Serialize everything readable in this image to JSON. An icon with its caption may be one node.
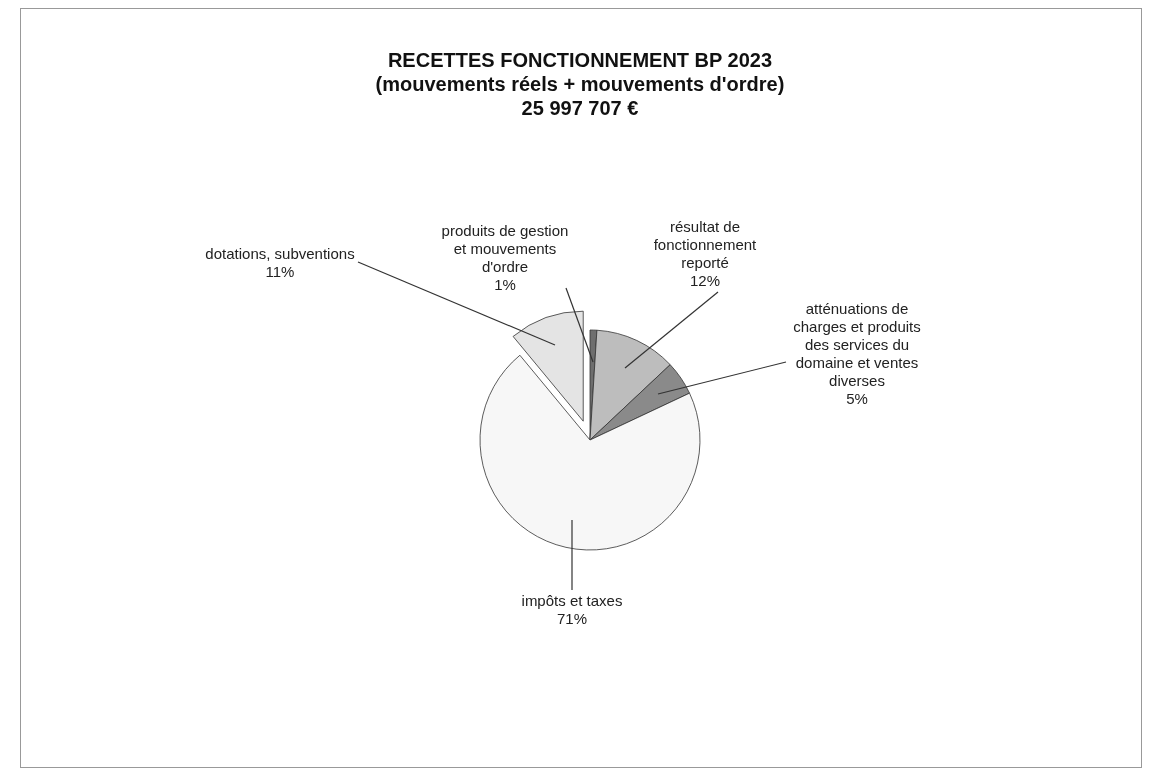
{
  "diagram": {
    "title": "RECETTES FONCTIONNEMENT BP 2023 (mouvements réels + mouvements d'ordre) 25 997 707 €",
    "chart_data": {
      "type": "pie",
      "categories": [
        "impôts et taxes",
        "dotations, subventions",
        "produits de gestion et mouvements d'ordre",
        "résultat de fonctionnement reporté",
        "atténuations de charges et produits des services du domaine et ventes diverses"
      ],
      "values": [
        71,
        11,
        1,
        12,
        5
      ],
      "value_labels": [
        "71%",
        "11%",
        "1%",
        "12%",
        "5%"
      ]
    }
  }
}
